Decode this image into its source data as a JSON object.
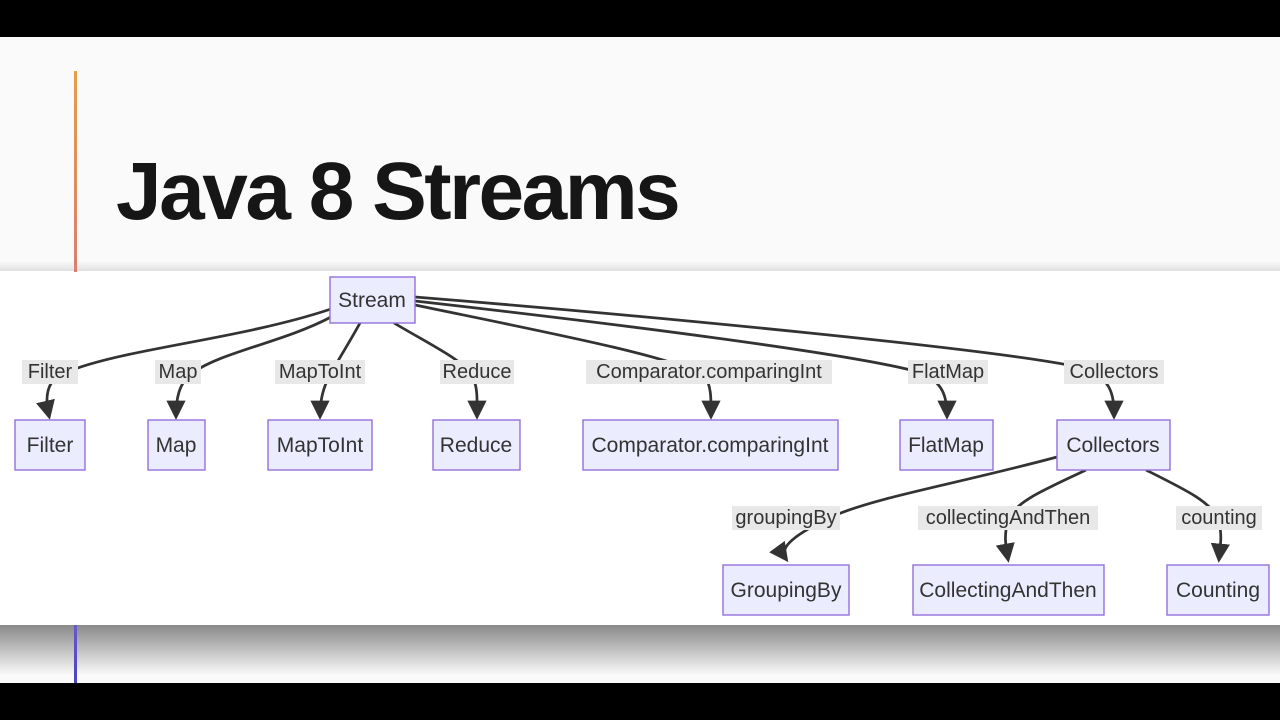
{
  "slide": {
    "title": "Java 8 Streams"
  },
  "diagram": {
    "root_label": "Stream",
    "edge_labels": {
      "filter": "Filter",
      "map": "Map",
      "maptoint": "MapToInt",
      "reduce": "Reduce",
      "comparator": "Comparator.comparingInt",
      "flatmap": "FlatMap",
      "collectors": "Collectors",
      "groupingby": "groupingBy",
      "collectingandthen": "collectingAndThen",
      "counting": "counting"
    },
    "node_labels": {
      "filter": "Filter",
      "map": "Map",
      "maptoint": "MapToInt",
      "reduce": "Reduce",
      "comparator": "Comparator.comparingInt",
      "flatmap": "FlatMap",
      "collectors": "Collectors",
      "groupingby": "GroupingBy",
      "collectingandthen": "CollectingAndThen",
      "counting": "Counting"
    }
  },
  "colors": {
    "letterbox": "#000000",
    "node_fill": "#ECECFF",
    "node_border": "#9370DB",
    "edge": "#333333",
    "edge_label_bg": "#E8E8E8",
    "accent_orange": "#E49D49",
    "accent_salmon": "#D87F72",
    "accent_violet": "#5A50C5"
  }
}
